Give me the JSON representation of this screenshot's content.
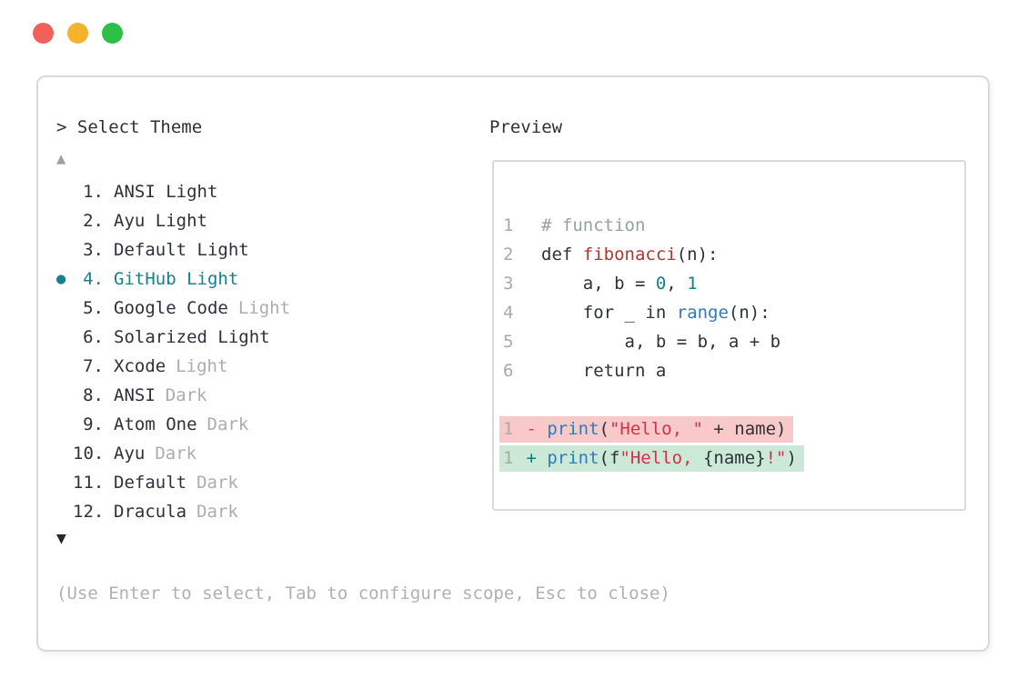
{
  "window": {
    "dots": [
      {
        "name": "close",
        "color": "#f2605a"
      },
      {
        "name": "minimize",
        "color": "#f3b42c"
      },
      {
        "name": "zoom",
        "color": "#2cc047"
      }
    ]
  },
  "picker": {
    "prompt": "> Select Theme",
    "scroll_up": "▲",
    "scroll_down": "▼",
    "bullet": "●",
    "items": [
      {
        "num": "1.",
        "name": "ANSI Light",
        "dim": ""
      },
      {
        "num": "2.",
        "name": "Ayu Light",
        "dim": ""
      },
      {
        "num": "3.",
        "name": "Default Light",
        "dim": ""
      },
      {
        "num": "4.",
        "name": "GitHub Light",
        "dim": "",
        "selected": true
      },
      {
        "num": "5.",
        "name": "Google Code",
        "dim": "Light"
      },
      {
        "num": "6.",
        "name": "Solarized Light",
        "dim": ""
      },
      {
        "num": "7.",
        "name": "Xcode",
        "dim": "Light"
      },
      {
        "num": "8.",
        "name": "ANSI",
        "dim": "Dark"
      },
      {
        "num": "9.",
        "name": "Atom One",
        "dim": "Dark"
      },
      {
        "num": "10.",
        "name": "Ayu",
        "dim": "Dark"
      },
      {
        "num": "11.",
        "name": "Default",
        "dim": "Dark"
      },
      {
        "num": "12.",
        "name": "Dracula",
        "dim": "Dark"
      }
    ],
    "hint": "(Use Enter to select, Tab to configure scope, Esc to close)"
  },
  "preview": {
    "label": "Preview",
    "lines": [
      {
        "ln": "1",
        "comment": "# function"
      },
      {
        "ln": "2",
        "t1": "def ",
        "func": "fibonacci",
        "t2": "(n):"
      },
      {
        "ln": "3",
        "t1": "    a, b = ",
        "n1": "0",
        "t2": ", ",
        "n2": "1"
      },
      {
        "ln": "4",
        "t1": "    for _ in ",
        "call": "range",
        "t2": "(n):"
      },
      {
        "ln": "5",
        "t1": "        a, b = b, a + b"
      },
      {
        "ln": "6",
        "t1": "    return a"
      }
    ],
    "diff": {
      "removed": {
        "ln": "1",
        "sign": " - ",
        "call": "print",
        "t1": "(",
        "str": "\"Hello, \"",
        "t2": " + name)"
      },
      "added": {
        "ln": "1",
        "sign": " + ",
        "call": "print",
        "t1": "(f",
        "str1": "\"Hello, ",
        "t2": "{name}",
        "str2": "!\"",
        "t3": ")"
      }
    }
  },
  "colors": {
    "accent_teal": "#18808a",
    "text_dark": "#2c3237",
    "text_dim": "#aaacae",
    "hint_gray": "#aeb0b2",
    "border_gray": "#d9d9d9",
    "line_number": "#a9a9a9",
    "comment_green": "#96a399",
    "function_red": "#a93a33",
    "number_teal": "#10808c",
    "call_blue": "#2e7cba",
    "string_red": "#d5304b",
    "diff_minus_red": "#d5414e",
    "diff_plus_teal": "#0f8070",
    "diff_removed_bg": "#f8c9c8",
    "diff_added_bg": "#cbe9d6"
  }
}
